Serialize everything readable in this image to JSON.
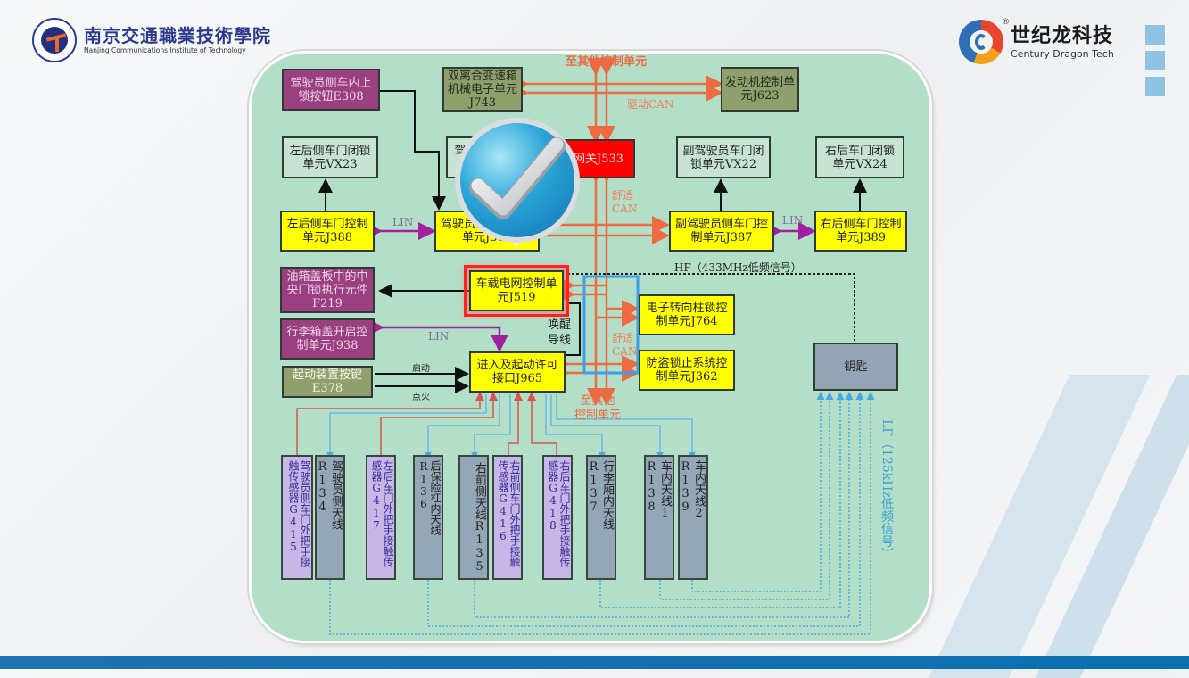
{
  "header": {
    "school_name_cn": "南京交通職業技術學院",
    "school_name_en": "Nanjing Communications Institute of Technology",
    "brand_name_cn": "世纪龙科技",
    "brand_name_en": "Century Dragon Tech",
    "registered_mark": "®"
  },
  "diagram": {
    "title_top": "至其他控制单元",
    "bus_labels": {
      "drive_can": "驱动CAN",
      "comfort_can_1": "舒适\nCAN",
      "comfort_can_2": "舒适\nCAN",
      "lin_left": "LIN",
      "lin_right": "LIN",
      "lin_trunk": "LIN",
      "wakeup": "唤醒\n导线",
      "start": "启动",
      "ignition": "点火",
      "to_other_bottom": "至其他\n控制单元",
      "hf": "HF（433MHz低频信号）",
      "lf": "LF（125kHz低频信号）"
    },
    "boxes": {
      "e308": "驾驶员侧车内上锁按钮E308",
      "j743": "双离合变速箱机械电子单元J743",
      "j623": "发动机控制单元J623",
      "vx23": "左后侧车门闭锁单元VX23",
      "vx21": "驾驶员车门闭锁单元VX21",
      "j533": "网关J533",
      "vx22": "副驾驶员车门闭锁单元VX22",
      "vx24": "右后车门闭锁单元VX24",
      "j388": "左后侧车门控制单元J388",
      "j386": "驾驶员侧车门控制单元J386",
      "j387": "副驾驶员侧车门控制单元J387",
      "j389": "右后侧车门控制单元J389",
      "f219": "油箱盖板中的中央门锁执行元件 F219",
      "j519": "车载电网控制单元J519",
      "j764": "电子转向柱锁控制单元J764",
      "j938": "行李箱盖开启控制单元J938",
      "e378": "起动装置按键E378",
      "j965": "进入及起动许可接口J965",
      "j362": "防盗锁止系统控制单元J362",
      "key": "钥匙"
    },
    "sensors": [
      {
        "id": "g415",
        "label": "驾驶员侧车门外把手接触传感器G415",
        "type": "sensor"
      },
      {
        "id": "r134",
        "label": "驾驶员侧天线R134",
        "type": "antenna"
      },
      {
        "id": "g417",
        "label": "左后车门外把手接触传感器G417",
        "type": "sensor"
      },
      {
        "id": "r136",
        "label": "后保险杠内天线R136",
        "type": "antenna"
      },
      {
        "id": "r135",
        "label": "右前侧天线R135",
        "type": "antenna"
      },
      {
        "id": "g416",
        "label": "右前侧车门外把手接触传感器G416",
        "type": "sensor"
      },
      {
        "id": "g418",
        "label": "右后车门外把手接触传感器G418",
        "type": "sensor"
      },
      {
        "id": "r137",
        "label": "行李厢内天线R137",
        "type": "antenna"
      },
      {
        "id": "r138",
        "label": "车内天线1 R138",
        "type": "antenna"
      },
      {
        "id": "r139",
        "label": "车内天线2 R139",
        "type": "antenna"
      }
    ]
  },
  "overlay": {
    "icon": "checkmark-icon"
  },
  "colors": {
    "panel": "#b3dec8",
    "can_orange": "#ee6a43",
    "lin_purple": "#a020a0",
    "lf_blue": "#3a9fd8",
    "yellow_unit": "#ffff00",
    "gateway_red": "#ff0000"
  }
}
